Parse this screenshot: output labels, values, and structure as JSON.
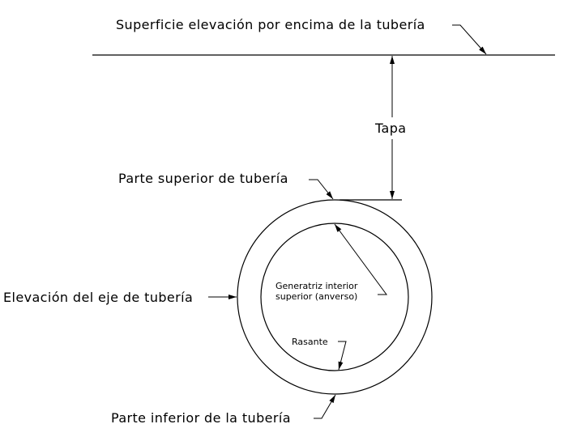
{
  "diagram": {
    "title": "Pipe cross-section elevation terms",
    "labels": {
      "surface": "Superficie elevación por encima de la tubería",
      "cover": "Tapa",
      "pipe_top": "Parte superior de tubería",
      "centerline": "Elevación del eje de tubería",
      "crown_line1": "Generatriz interior",
      "crown_line2": "superior (anverso)",
      "invert": "Rasante",
      "pipe_bottom": "Parte inferior de la tubería"
    },
    "colors": {
      "stroke": "#000000",
      "background": "#ffffff"
    }
  }
}
